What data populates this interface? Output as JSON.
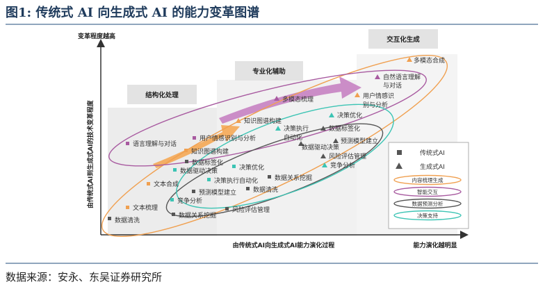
{
  "figure_title": "图1:  传统式 AI 向生成式 AI 的能力变革图谱",
  "source_note": "数据来源：安永、东吴证券研究所",
  "axes": {
    "y_label": "变革程度越高",
    "y_side_label": "由传统式AI到生成式AI的技术变革程度",
    "x_label": "由传统式AI向生成式AI能力演化过程",
    "x_end_label": "能力演化越明显"
  },
  "stages": {
    "structured": "结构化处理",
    "professional": "专业化辅助",
    "interactive": "交互化生成"
  },
  "items": {
    "data_cleaning": "数据清洗",
    "text_summary": "文本梳理",
    "text_synthesis": "文本合成",
    "language_dialog": "语言理解与对话",
    "user_emotion_1": "用户情感识别与分析",
    "knowledge_graph_1": "知识图谱构建",
    "data_labeling_1": "数据标签化",
    "data_driven_1": "数据驱动决策",
    "competitive_1": "竞争分析",
    "predictive_1": "预测模型建立",
    "data_relation_1": "数据关系挖掘",
    "decision_opt_1": "决策优化",
    "decision_exec_1": "决策执行自动化",
    "data_relation_2": "数据关系挖掘",
    "data_cleaning_2": "数据清洗",
    "risk_1": "风险评估管理",
    "multimodal_1": "多模态梳理",
    "knowledge_graph_2": "知识图谱构建",
    "decision_exec_2a": "决策执行",
    "decision_exec_2b": "自动化",
    "data_labeling_2": "数据标签化",
    "data_driven_2": "数据驱动决策",
    "predictive_2": "预测模型建立",
    "risk_2": "风险评估管理",
    "competitive_2": "竞争分析",
    "decision_opt_2": "决策优化",
    "multimodal_2": "多模态合成",
    "nlu_a": "自然语言理解",
    "nlu_b": "与对话",
    "user_emotion_2a": "用户情感识",
    "user_emotion_2b": "别与分析"
  },
  "legend": {
    "traditional": "传统式AI",
    "generative": "生成式AI",
    "content": "内容梳理生成",
    "smart": "智能交互",
    "predict": "数据预测分析",
    "decision": "决策支持"
  },
  "colors": {
    "content": "#f0a050",
    "smart": "#a85aa0",
    "predict": "#555555",
    "decision": "#3cc4b4",
    "title": "#1f3b5c"
  }
}
